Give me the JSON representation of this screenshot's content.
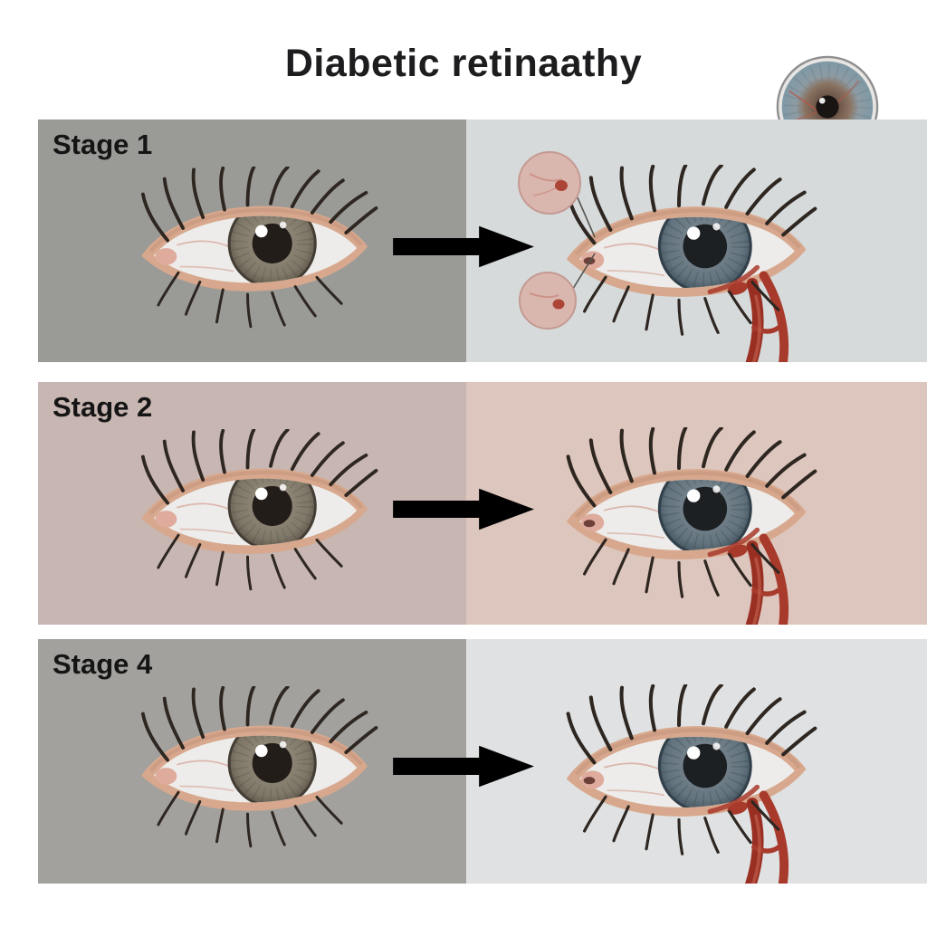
{
  "title": "Diabetic retinaathy",
  "rows": [
    {
      "label": "Stage 1"
    },
    {
      "label": "Stage 2"
    },
    {
      "label": "Stage 4"
    }
  ],
  "icons": {
    "inset": "iris-closeup-icon",
    "arrow": "progression-arrow-icon",
    "eye_left": "healthy-eye-illustration",
    "eye_right": "affected-eye-illustration",
    "callouts": "microaneurysm-callout-circles"
  },
  "colors": {
    "page-bg": "#ffffff",
    "title": "#1d1d1f",
    "label": "#151515",
    "row1-left": "#9a9a97",
    "row1-right": "#d6dadb",
    "row2-left": "#c7b6b1",
    "row2-right": "#ddc6bd",
    "row3-left": "#a2a19e",
    "row3-right": "#dfe1e2",
    "arrow-gray": "#9b9ea0",
    "arrow-pink": "#c8b3ae",
    "vessel-red": "#a83a2c",
    "skin": "#d7a88d",
    "sclera": "#edecea"
  }
}
